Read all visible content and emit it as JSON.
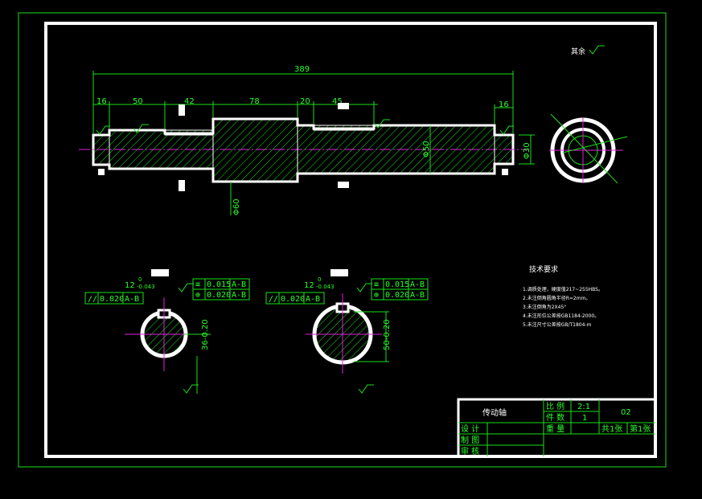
{
  "dimensions": {
    "total_length": "389",
    "segments": [
      "16",
      "50",
      "42",
      "78",
      "20",
      "45",
      "16"
    ],
    "diam_60": "Φ60",
    "diam_50": "Φ50",
    "diam_30": "Φ30"
  },
  "roughness_rest": "其余",
  "sections": [
    {
      "key_width": "12",
      "key_tol_upper": "0",
      "key_tol_lower": "-0.043",
      "depth_dim": "36-0.20",
      "sym_tol": "0.015",
      "sym_datum": "A-B",
      "pos_tol": "0.020",
      "pos_datum": "A-B",
      "par_tol": "0.020",
      "par_datum": "A-B"
    },
    {
      "key_width": "12",
      "key_tol_upper": "0",
      "key_tol_lower": "-0.043",
      "depth_dim": "50-0.20",
      "sym_tol": "0.015",
      "sym_datum": "A-B",
      "pos_tol": "0.020",
      "pos_datum": "A-B",
      "par_tol": "0.020",
      "par_datum": "A-B"
    }
  ],
  "tech_requirements": {
    "title": "技术要求",
    "items": [
      "1.调质处理，硬度值217~255HBS。",
      "2.未注倒角圆角半径R=2mm。",
      "3.未注倒角为2X45°",
      "4.未注形位公差按GB1184-2000。",
      "5.未注尺寸公差按GB/T1804-m"
    ]
  },
  "title_block": {
    "part_name": "传动轴",
    "scale_label": "比 例",
    "scale_value": "2:1",
    "qty_label": "件 数",
    "qty_value": "1",
    "drawing_no": "02",
    "weight_label": "重 量",
    "sheets_total": "共1张",
    "sheet_no": "第1张",
    "designer_label": "设 计",
    "drawer_label": "制 图",
    "reviewer_label": "审 核"
  }
}
